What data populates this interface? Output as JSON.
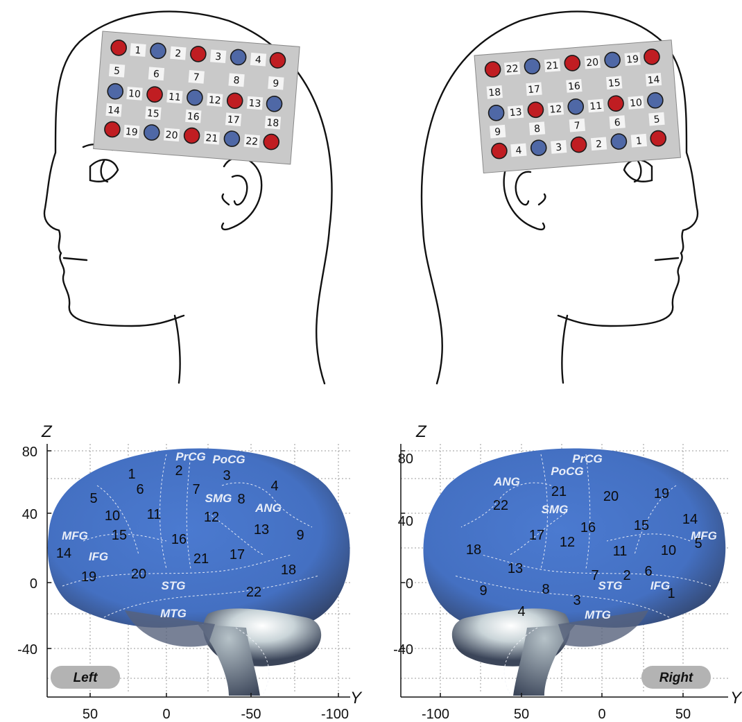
{
  "left_grid": {
    "rows": [
      {
        "label_row": [
          "1",
          "2",
          "3",
          "4"
        ],
        "connect": [
          1,
          2,
          3,
          4
        ]
      },
      {
        "label_row": [
          "5",
          "6",
          "7",
          "8",
          "9"
        ]
      },
      {
        "label_row": [
          "10",
          "11",
          "12",
          "13"
        ]
      },
      {
        "label_row": [
          "14",
          "15",
          "16",
          "17",
          "18"
        ]
      },
      {
        "label_row": [
          "19",
          "20",
          "21",
          "22"
        ]
      }
    ]
  },
  "right_grid": {
    "rows": [
      {
        "label_row": [
          "22",
          "21",
          "20",
          "19"
        ]
      },
      {
        "label_row": [
          "18",
          "17",
          "16",
          "15",
          "14"
        ]
      },
      {
        "label_row": [
          "13",
          "12",
          "11",
          "10"
        ]
      },
      {
        "label_row": [
          "9",
          "8",
          "7",
          "6",
          "5"
        ]
      },
      {
        "label_row": [
          "4",
          "3",
          "2",
          "1"
        ]
      }
    ]
  },
  "colors": {
    "red": "#c01d22",
    "blue": "#4f68a6",
    "plate": "#c9c9c9",
    "brain": "#4a76c8",
    "brain_dark": "#3d4b6a",
    "grid": "#9a9a9a"
  },
  "left_plot": {
    "z_axis": "Z",
    "y_axis": "Y",
    "z_ticks": [
      "80",
      "40",
      "0",
      "-40"
    ],
    "y_ticks": [
      "50",
      "0",
      "-50",
      "-100"
    ],
    "badge": "Left",
    "regions": [
      "PrCG",
      "PoCG",
      "SMG",
      "ANG",
      "MFG",
      "IFG",
      "STG",
      "MTG"
    ],
    "electrodes": [
      "1",
      "2",
      "3",
      "4",
      "5",
      "6",
      "7",
      "8",
      "9",
      "10",
      "11",
      "12",
      "13",
      "14",
      "15",
      "16",
      "17",
      "18",
      "19",
      "20",
      "21",
      "22"
    ]
  },
  "right_plot": {
    "z_axis": "Z",
    "y_axis": "Y",
    "z_ticks": [
      "80",
      "40",
      "0",
      "-40"
    ],
    "y_ticks": [
      "-100",
      "50",
      "0",
      "50"
    ],
    "badge": "Right",
    "regions": [
      "PrCG",
      "PoCG",
      "ANG",
      "SMG",
      "MFG",
      "IFG",
      "STG",
      "MTG"
    ],
    "electrodes": [
      "22",
      "21",
      "20",
      "19",
      "18",
      "17",
      "16",
      "15",
      "14",
      "13",
      "12",
      "11",
      "10",
      "9",
      "8",
      "7",
      "6",
      "5",
      "4",
      "3",
      "2",
      "1"
    ]
  }
}
